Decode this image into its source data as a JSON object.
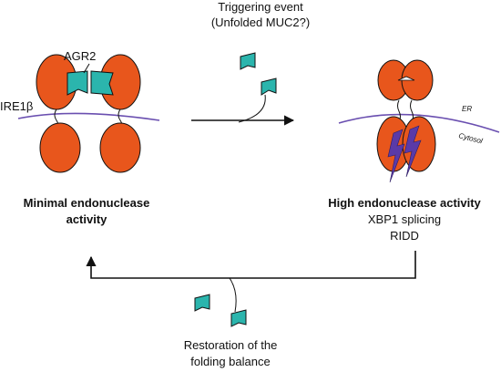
{
  "labels": {
    "trigger_line1": "Triggering event",
    "trigger_line2": "(Unfolded MUC2?)",
    "agr2": "AGR2",
    "ire1b": "IRE1β",
    "er": "ER",
    "cytosol": "Cytosol",
    "minimal_line1": "Minimal endonuclease",
    "minimal_line2": "activity",
    "high_line1": "High endonuclease activity",
    "high_line2": "XBP1 splicing",
    "high_line3": "RIDD",
    "restoration_line1": "Restoration of the",
    "restoration_line2": "folding balance"
  },
  "colors": {
    "ire1_lobe": "#e8561c",
    "agr2": "#2bb5ad",
    "membrane": "#6a4fb0",
    "lightning": "#5a3aa8",
    "arrow": "#111111"
  },
  "icons": {
    "agr2_shape": "agr2-chevron-block",
    "lightning": "lightning-bolt-icon",
    "arrow": "arrow-right-icon"
  }
}
